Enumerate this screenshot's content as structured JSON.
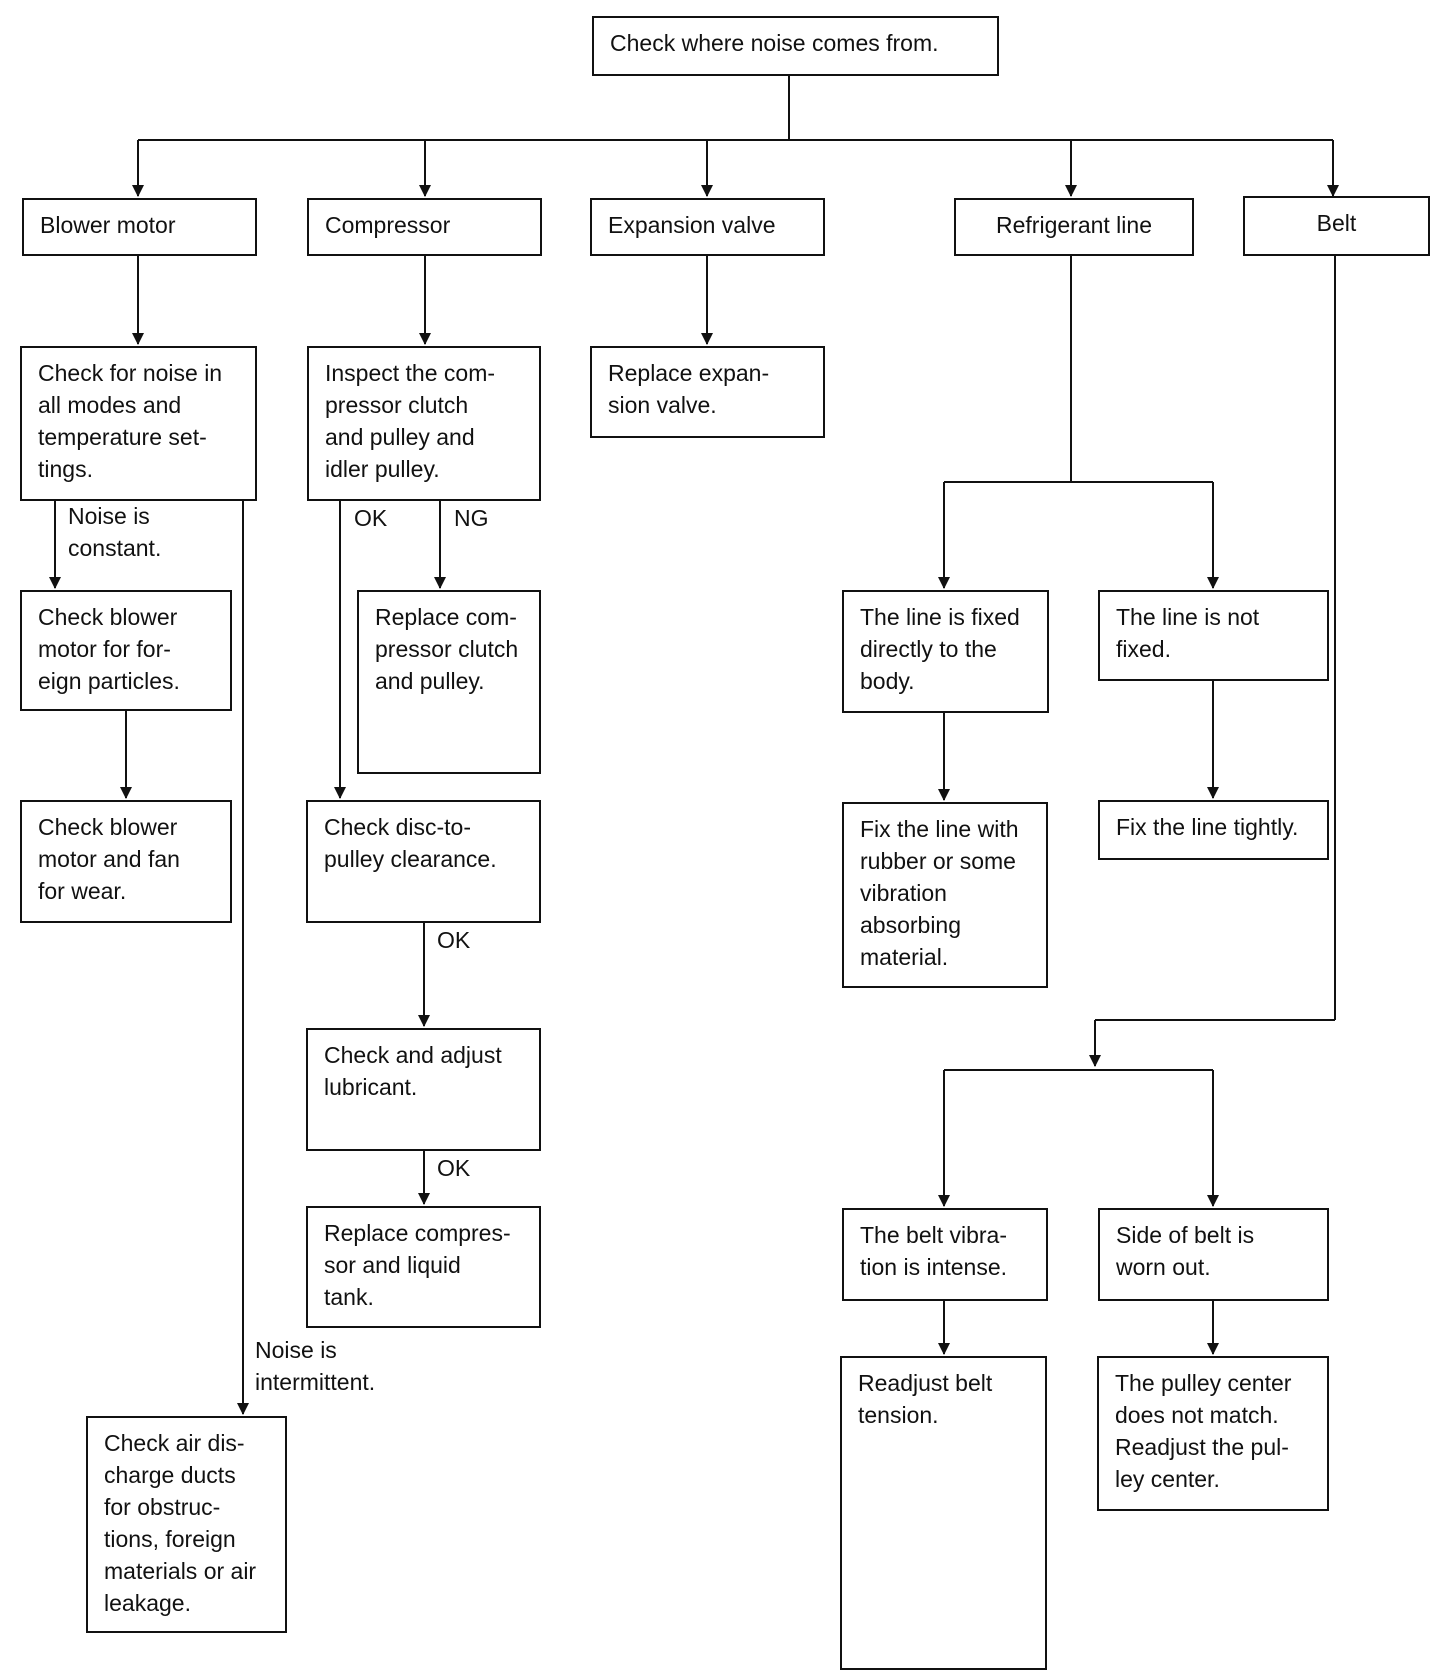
{
  "root": "Check where noise comes from.",
  "categories": {
    "blower": "Blower motor",
    "compressor": "Compressor",
    "expansion": "Expansion valve",
    "refrigerant": "Refrigerant line",
    "belt": "Belt"
  },
  "blower": {
    "check_modes": "Check for noise in\nall modes and\ntemperature set-\ntings.",
    "constant_label": "Noise is\nconstant.",
    "foreign_particles": "Check blower\nmotor for for-\neign particles.",
    "fan_wear": "Check blower\nmotor and fan\nfor wear.",
    "intermittent_label": "Noise is\nintermittent.",
    "air_ducts": "Check air dis-\ncharge ducts\nfor obstruc-\ntions, foreign\nmaterials or air\nleakage."
  },
  "compressor": {
    "inspect_clutch": "Inspect the com-\npressor clutch\nand pulley and\nidler pulley.",
    "ok_label_1": "OK",
    "ng_label": "NG",
    "replace_clutch": "Replace com-\npressor clutch\nand pulley.",
    "disc_clearance": "Check disc-to-\npulley clearance.",
    "ok_label_2": "OK",
    "lubricant": "Check and adjust\nlubricant.",
    "ok_label_3": "OK",
    "replace_compressor": "Replace compres-\nsor and liquid\ntank."
  },
  "expansion": {
    "replace_valve": "Replace expan-\nsion valve."
  },
  "refrigerant": {
    "line_fixed": "The line is fixed\ndirectly to the\nbody.",
    "line_not_fixed": "The line is not\nfixed.",
    "fix_rubber": "Fix the line with\nrubber or some\nvibration\nabsorbing\nmaterial.",
    "fix_tightly": "Fix the line tightly."
  },
  "belt": {
    "vibration_intense": "The belt vibra-\ntion is intense.",
    "side_worn": "Side of belt is\nworn out.",
    "readjust_tension": "Readjust belt\ntension.",
    "pulley_center": "The pulley center\ndoes not match.\nReadjust the pul-\nley center."
  }
}
